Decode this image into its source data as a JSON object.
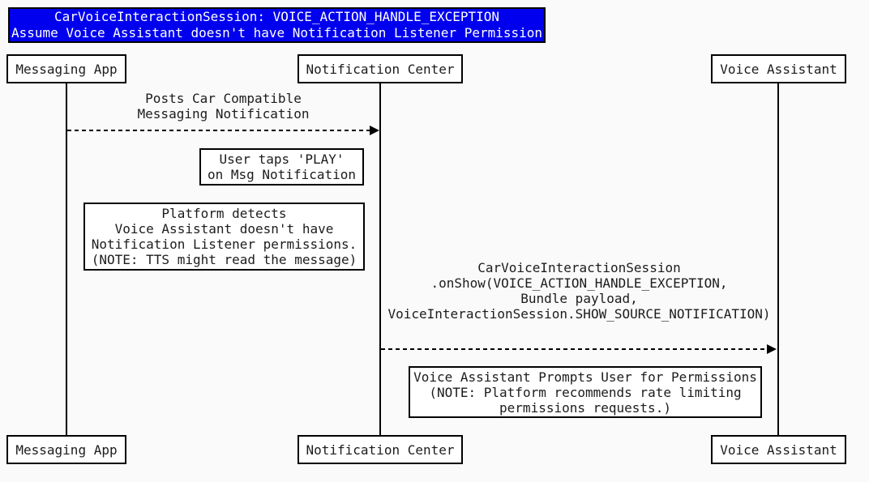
{
  "title": {
    "line1": "CarVoiceInteractionSession: VOICE_ACTION_HANDLE_EXCEPTION",
    "line2": "Assume Voice Assistant doesn't have Notification Listener Permission"
  },
  "participants": {
    "messaging_app": {
      "label": "Messaging App"
    },
    "notification_center": {
      "label": "Notification Center"
    },
    "voice_assistant": {
      "label": "Voice Assistant"
    }
  },
  "messages": {
    "posts_notification": {
      "from": "Messaging App",
      "to": "Notification Center",
      "arrow_style": "dashed",
      "label": "Posts Car Compatible\nMessaging Notification"
    },
    "on_show": {
      "from": "Notification Center",
      "to": "Voice Assistant",
      "arrow_style": "dashed",
      "label": "CarVoiceInteractionSession\n.onShow(VOICE_ACTION_HANDLE_EXCEPTION,\nBundle payload,\nVoiceInteractionSession.SHOW_SOURCE_NOTIFICATION)"
    }
  },
  "notes": {
    "user_taps_play": {
      "label": "User taps 'PLAY'\non Msg Notification"
    },
    "platform_detects": {
      "label": "Platform detects\nVoice Assistant doesn't have\nNotification Listener permissions.\n(NOTE: TTS might read the message)"
    },
    "prompts_permissions": {
      "label": "Voice Assistant Prompts User for Permissions\n(NOTE: Platform recommends rate limiting\npermissions requests.)"
    }
  },
  "colors": {
    "page_background": "#fafafa",
    "title_background": "#0000ee",
    "title_text": "#ffffff",
    "box_background": "#ffffff",
    "line": "#000000",
    "text": "#1c1c1c"
  }
}
